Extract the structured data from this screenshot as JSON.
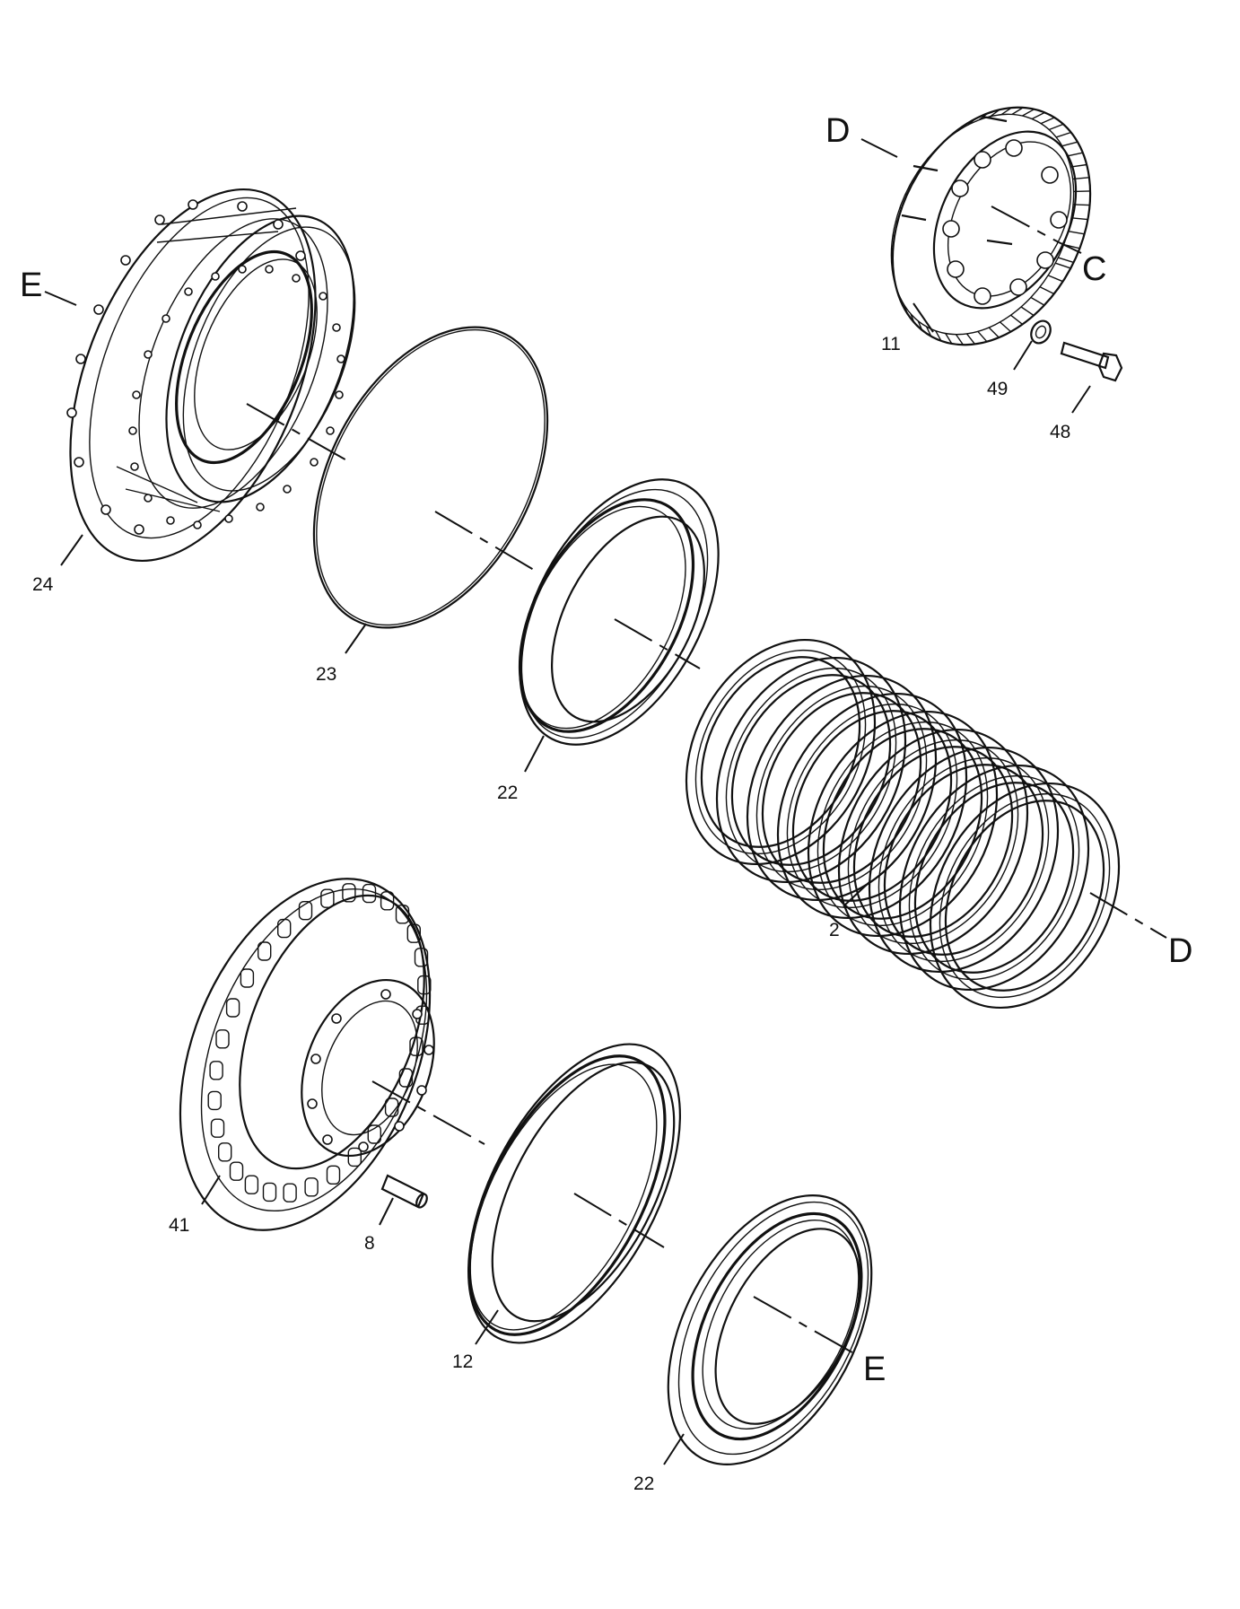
{
  "labels": {
    "p24": "24",
    "p23": "23",
    "p22a": "22",
    "p2": "2",
    "p11": "11",
    "p49": "49",
    "p48": "48",
    "p41": "41",
    "p8": "8",
    "p12": "12",
    "p22b": "22"
  },
  "refs": {
    "E_top": "E",
    "D_top": "D",
    "C": "C",
    "D_bottom": "D",
    "E_bottom": "E"
  }
}
